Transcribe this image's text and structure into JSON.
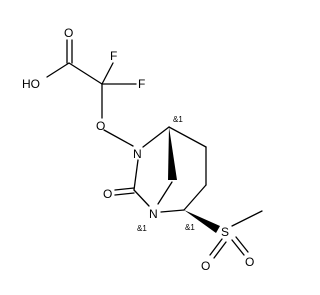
{
  "atoms": [
    {
      "id": "O_carbonyl_acid",
      "label": "O"
    },
    {
      "id": "OH",
      "label": "HO"
    },
    {
      "id": "F1",
      "label": "F"
    },
    {
      "id": "F2",
      "label": "F"
    },
    {
      "id": "O_ether",
      "label": "O"
    },
    {
      "id": "N1",
      "label": "N"
    },
    {
      "id": "O_lactam",
      "label": "O"
    },
    {
      "id": "N2",
      "label": "N"
    },
    {
      "id": "S",
      "label": "S"
    },
    {
      "id": "O_s1",
      "label": "O"
    },
    {
      "id": "O_s2",
      "label": "O"
    }
  ],
  "stereo_labels": [
    {
      "id": "stereo-c1",
      "label": "&1"
    },
    {
      "id": "stereo-n2",
      "label": "&1"
    },
    {
      "id": "stereo-c5",
      "label": "&1"
    }
  ]
}
